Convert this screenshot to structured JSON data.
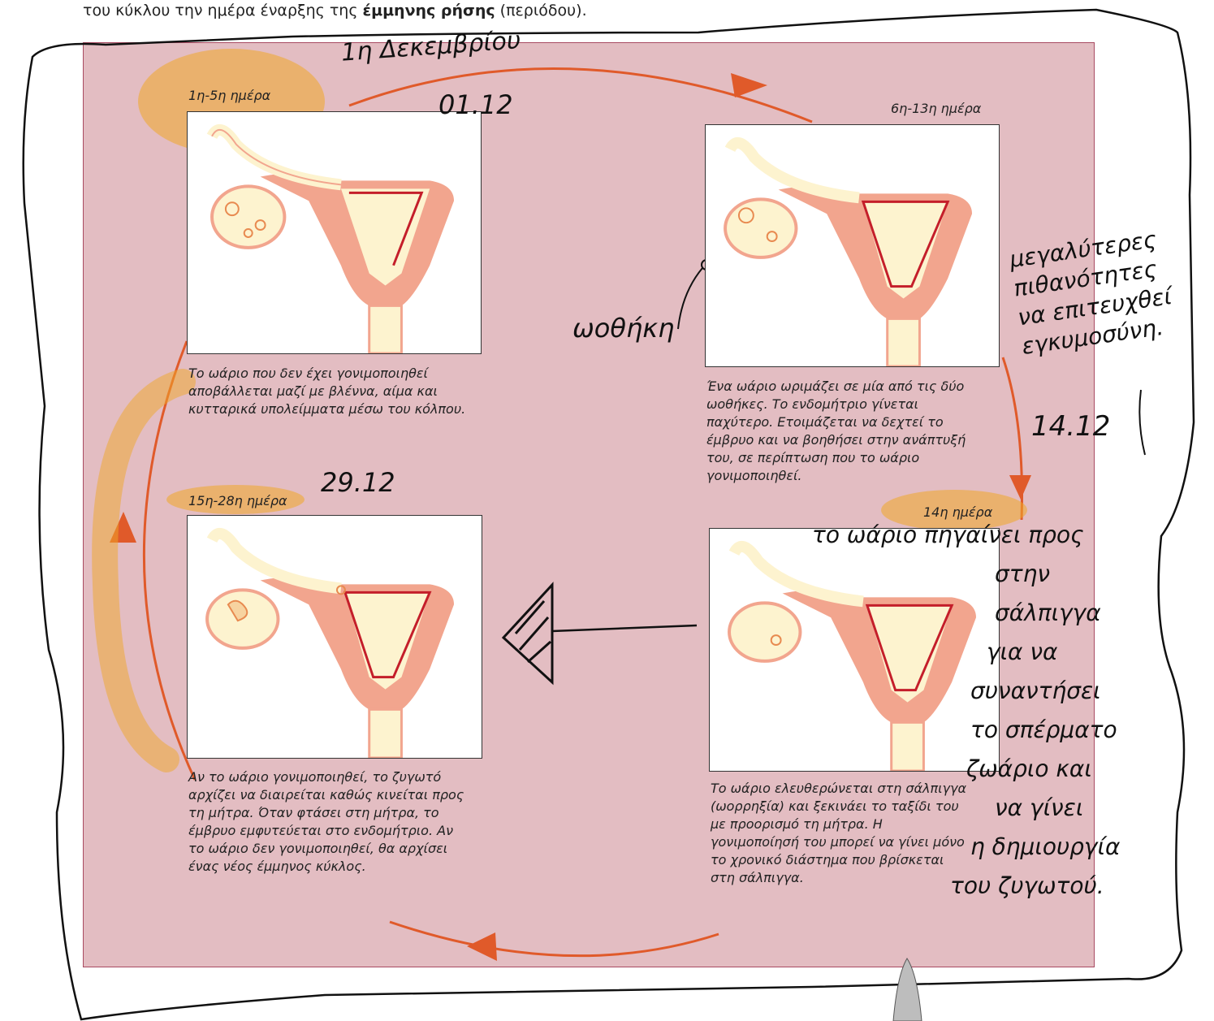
{
  "intro": {
    "pre": "του κύκλου την ημέρα έναρξης της ",
    "bold": "έμμηνης ρήσης",
    "post": " (περιόδου)."
  },
  "stages": [
    {
      "label": "1η-5η ημέρα",
      "caption": "Το ωάριο που δεν έχει γονιμοποιηθεί αποβάλλεται μαζί με βλέννα, αίμα και κυτταρικά υπολείμματα μέσω του κόλπου."
    },
    {
      "label": "6η-13η ημέρα",
      "caption": "Ένα ωάριο ωριμάζει σε μία από τις δύο ωοθήκες. Το ενδομήτριο γίνεται παχύτερο. Ετοιμάζεται να δεχτεί το έμβρυο και να βοηθήσει στην ανάπτυξή του, σε περίπτωση που το ωάριο γονιμοποιηθεί."
    },
    {
      "label": "14η ημέρα",
      "caption": "Το ωάριο ελευθερώνεται στη σάλπιγγα (ωορρηξία) και ξεκινάει το ταξίδι του με προορισμό τη μήτρα. Η γονιμοποίησή του μπορεί να γίνει μόνο το χρονικό διάστημα που βρίσκεται στη σάλπιγγα."
    },
    {
      "label": "15η-28η ημέρα",
      "caption": "Αν το ωάριο γονιμοποιηθεί, το ζυγωτό αρχίζει να διαιρείται καθώς κινείται προς τη μήτρα. Όταν φτάσει στη μήτρα, το έμβρυο εμφυτεύεται στο ενδομήτριο. Αν το ωάριο δεν γονιμοποιηθεί, θα αρχίσει ένας νέος έμμηνος κύκλος."
    }
  ],
  "handwriting": {
    "date_top_line1": "1η Δεκεμβρίου",
    "date_top_line2": "01.12",
    "date_bottom": "29.12",
    "ovary_note": "ωοθήκη",
    "right_note_lines": [
      "μεγαλύτερες",
      "πιθανότητες",
      "να επιτευχθεί",
      "εγκυμοσύνη."
    ],
    "right_date": "14.12",
    "ovum_note_lines": [
      "το ωάριο πηγαίνει προς",
      "στην",
      "σάλπιγγα",
      "για να",
      "συναντήσει",
      "το σπέρματο",
      "ζωάριο και",
      "να γίνει",
      "η δημιουργία",
      "του ζυγωτού."
    ]
  },
  "colors": {
    "panel_bg": "#e3bdc2",
    "arrow": "#e05a2a",
    "highlight": "#f0a828",
    "uterus_outer": "#f2a58e",
    "uterus_inner": "#fdf3cf",
    "lining": "#c41e2a"
  }
}
